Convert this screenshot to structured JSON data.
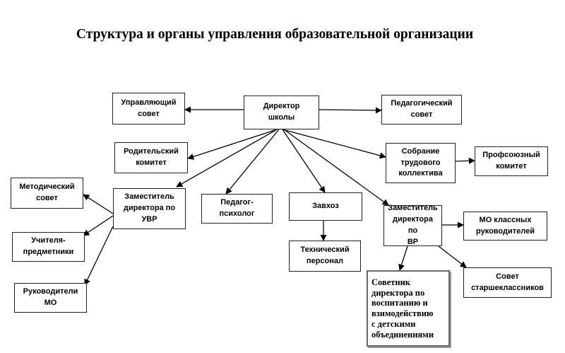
{
  "title": "Структура и органы управления образовательной организации",
  "nodes": {
    "director": "Директор\nшколы",
    "board": "Управляющий\nсовет",
    "ped_council": "Педагогический\nсовет",
    "parents": "Родительский\nкомитет",
    "labour": "Собрание\nтрудового\nколлектива",
    "union": "Профсоюзный\nкомитет",
    "dep_uvr": "Заместитель\nдиректора по\nУВР",
    "psych": "Педагог-\nпсихолог",
    "supply": "Завхоз",
    "dep_vr": "Заместитель\nдиректора по\nВР",
    "method": "Методический\nсовет",
    "teachers": "Учителя-\nпредметники",
    "mo_heads": "Руководители\nМО",
    "tech": "Технический\nперсонал",
    "mo_class": "МО классных\nруководителей",
    "seniors": "Совет\nстаршеклассников",
    "advisor": "Советник\nдиректора по\nвоспитанию и\nвзимодействию\nс детскими\nобъединениями"
  }
}
